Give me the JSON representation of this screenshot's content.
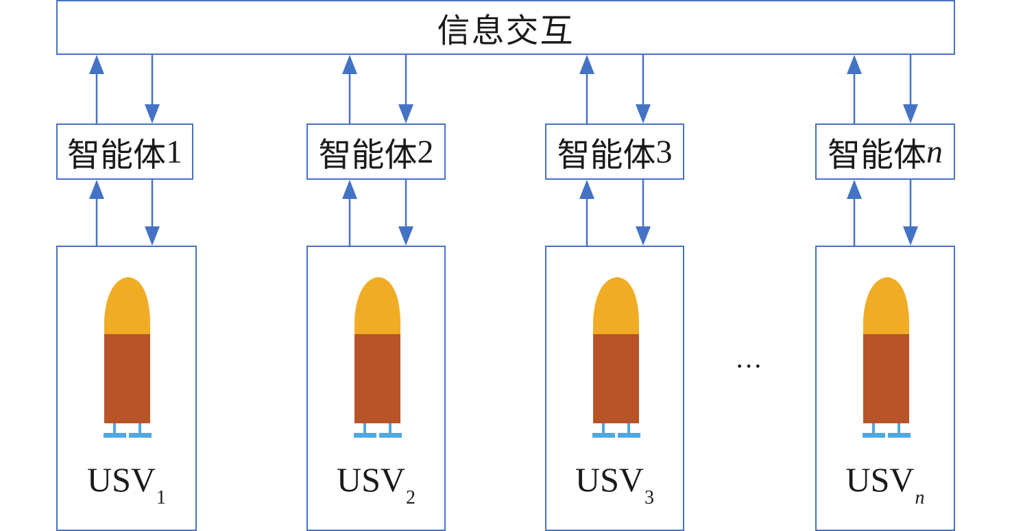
{
  "title": "信息交互",
  "agents": [
    {
      "label": "智能体",
      "index": "1",
      "index_italic": false
    },
    {
      "label": "智能体",
      "index": "2",
      "index_italic": false
    },
    {
      "label": "智能体",
      "index": "3",
      "index_italic": false
    },
    {
      "label": "智能体",
      "index": "n",
      "index_italic": true
    }
  ],
  "usvs": [
    {
      "label": "USV",
      "sub": "1",
      "sub_italic": false
    },
    {
      "label": "USV",
      "sub": "2",
      "sub_italic": false
    },
    {
      "label": "USV",
      "sub": "3",
      "sub_italic": false
    },
    {
      "label": "USV",
      "sub": "n",
      "sub_italic": true
    }
  ],
  "ellipsis": "···",
  "colors": {
    "border": "#4472c4",
    "arrow": "#4472c4",
    "boat_nose": "#f0ac25",
    "boat_body": "#b85428",
    "boat_feet": "#4fa8e0"
  }
}
